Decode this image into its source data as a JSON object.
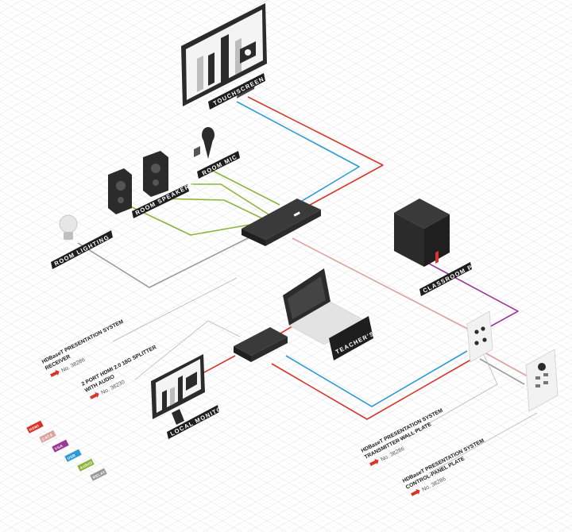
{
  "devices": {
    "touchscreen": "TOUCHSCREEN",
    "room_mic": "ROOM MIC",
    "room_speakers": "ROOM SPEAKERS",
    "room_lighting": "ROOM LIGHTING",
    "classroom_pc": "CLASSROOM PC",
    "teachers_laptop": "TEACHER'S LAPTOP",
    "local_monitor": "LOCAL MONITOR"
  },
  "notes": {
    "receiver": {
      "line1": "HDBaseT PRESENTATION SYSTEM",
      "line2": "RECEIVER",
      "number": "No. 38286"
    },
    "splitter": {
      "line1": "2 PORT HDMI 2.0 18G SPLITTER",
      "line2": "WITH AUDIO",
      "number": "No. 38230"
    },
    "wallplate": {
      "line1": "HDBaseT PRESENTATION SYSTEM",
      "line2": "TRANSMITTER WALL PLATE",
      "number": "No. 38286"
    },
    "control": {
      "line1": "HDBaseT PRESENTATION SYSTEM",
      "line2": "CONTROL-PANEL PLATE",
      "number": "No. 38286"
    }
  },
  "legend": [
    {
      "label": "HDMI",
      "color": "#d8352a"
    },
    {
      "label": "CAT.6",
      "color": "#dba39f"
    },
    {
      "label": "VGA",
      "color": "#9b3b92"
    },
    {
      "label": "USB",
      "color": "#2e9bd6"
    },
    {
      "label": "AUDIO",
      "color": "#8cb43c"
    },
    {
      "label": "RELAY",
      "color": "#9a9a9a"
    }
  ],
  "colors": {
    "hdmi": "#d8352a",
    "cat6": "#dba39f",
    "vga": "#9b3b92",
    "usb": "#2e9bd6",
    "audio": "#8cb43c",
    "relay": "#9a9a9a",
    "tag_bg": "#1e1e1e",
    "device_dark": "#2b2b2b"
  },
  "icons": {
    "number_arrow": "red-arrow-icon"
  }
}
